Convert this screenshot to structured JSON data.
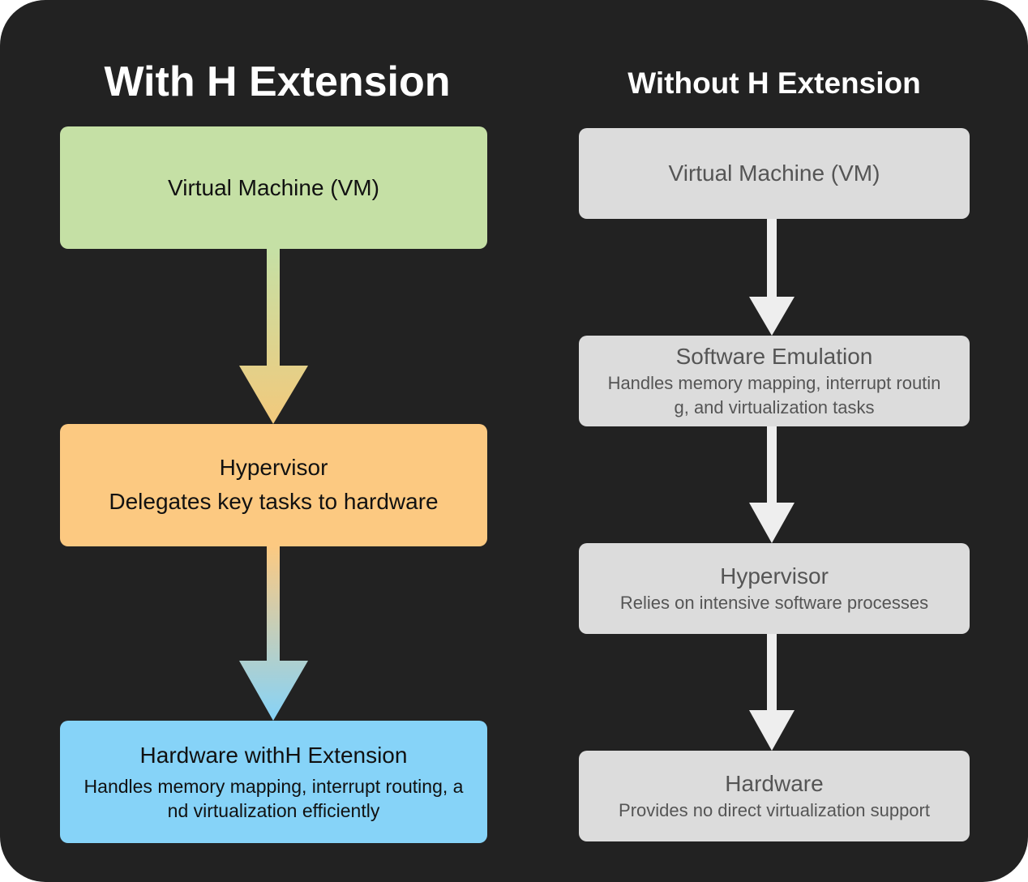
{
  "left": {
    "title": "With H Extension",
    "vm": {
      "title": "Virtual Machine (VM)"
    },
    "hypervisor": {
      "title": "Hypervisor",
      "subtitle": "Delegates key tasks to hardware"
    },
    "hardware": {
      "title": "Hardware withH Extension",
      "subtitle_line1": "Handles memory mapping, interrupt routing, a",
      "subtitle_line2": "nd virtualization efficiently"
    }
  },
  "right": {
    "title": "Without H Extension",
    "vm": {
      "title": "Virtual Machine (VM)"
    },
    "emulation": {
      "title": "Software Emulation",
      "subtitle_line1": "Handles memory mapping, interrupt routin",
      "subtitle_line2": "g, and virtualization tasks"
    },
    "hypervisor": {
      "title": "Hypervisor",
      "subtitle": "Relies on intensive software processes"
    },
    "hardware": {
      "title": "Hardware",
      "subtitle": "Provides no direct virtualization support"
    }
  },
  "colors": {
    "background": "#222222",
    "vm_left": "#c5e0a5",
    "hypervisor_left": "#fcc981",
    "hardware_left": "#86d3f8",
    "right_boxes": "#dcdcdc",
    "right_arrows": "#eeeeee"
  }
}
